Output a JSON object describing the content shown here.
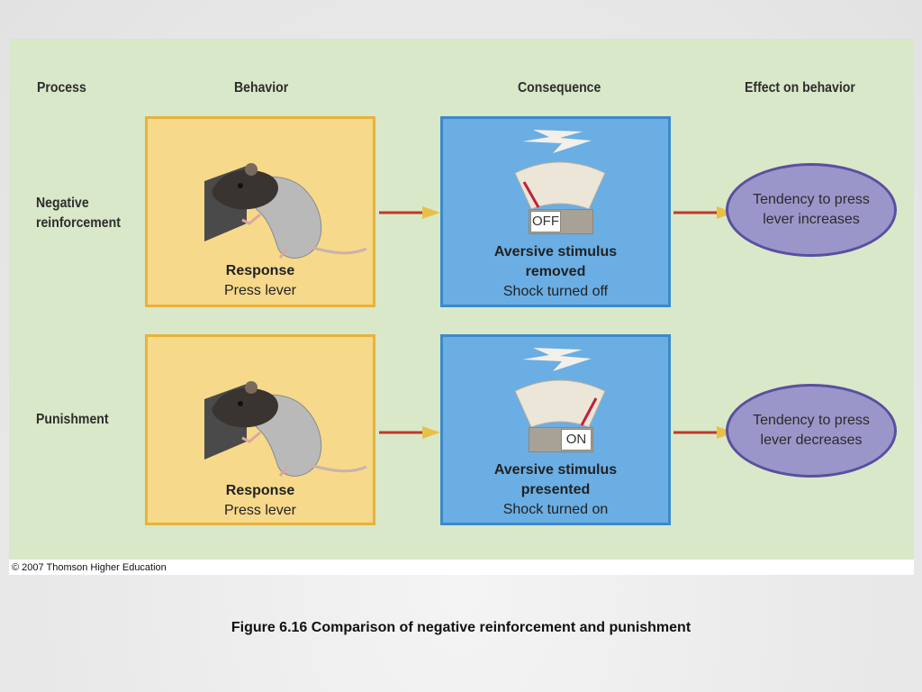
{
  "headers": {
    "process": "Process",
    "behavior": "Behavior",
    "consequence": "Consequence",
    "effect": "Effect on behavior"
  },
  "rows": [
    {
      "process": "Negative reinforcement",
      "behavior_title": "Response",
      "behavior_detail": "Press lever",
      "switch_label": "OFF",
      "consequence_title_1": "Aversive stimulus",
      "consequence_title_2": "removed",
      "consequence_detail": "Shock turned off",
      "effect_1": "Tendency to press",
      "effect_2": "lever increases"
    },
    {
      "process": "Punishment",
      "behavior_title": "Response",
      "behavior_detail": "Press lever",
      "switch_label": "ON",
      "consequence_title_1": "Aversive stimulus",
      "consequence_title_2": "presented",
      "consequence_detail": "Shock turned on",
      "effect_1": "Tendency to press",
      "effect_2": "lever decreases"
    }
  ],
  "copyright": "© 2007 Thomson Higher Education",
  "caption": "Figure 6.16  Comparison of negative reinforcement and punishment",
  "colors": {
    "panel": "#d9e8c8",
    "behavior_box": "#f6d98b",
    "consequence_box": "#6aaee4",
    "effect_oval": "#9b96c9",
    "arrow": "#c0392b"
  }
}
